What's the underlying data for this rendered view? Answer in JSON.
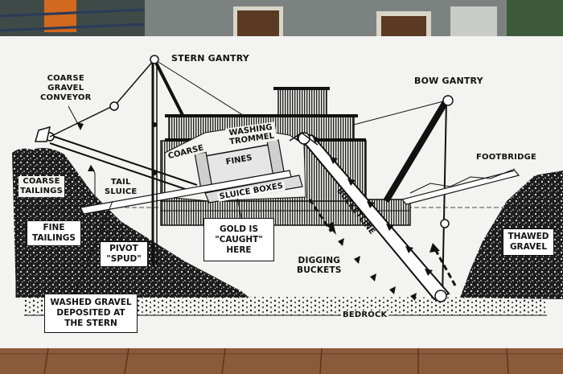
{
  "labels": {
    "stern_gantry": "STERN GANTRY",
    "coarse_gravel_conveyor": [
      "COARSE",
      "GRAVEL",
      "CONVEYOR"
    ],
    "bow_gantry": "BOW GANTRY",
    "washing_trommel": [
      "WASHING",
      "TROMMEL"
    ],
    "coarse": "COARSE",
    "fines": "FINES",
    "sluice_boxes": "SLUICE BOXES",
    "footbridge": "FOOTBRIDGE",
    "coarse_tailings": [
      "COARSE",
      "TAILINGS"
    ],
    "tail_sluice": [
      "TAIL",
      "SLUICE"
    ],
    "bucketline": "BUCKETLINE",
    "fine_tailings": [
      "FINE",
      "TAILINGS"
    ],
    "gold_is_caught_here": [
      "GOLD IS",
      "\"CAUGHT\"",
      "HERE"
    ],
    "thawed_gravel": [
      "THAWED",
      "GRAVEL"
    ],
    "pivot_spud": [
      "PIVOT",
      "\"SPUD\""
    ],
    "digging_buckets": [
      "DIGGING",
      "BUCKETS"
    ],
    "washed_gravel": [
      "WASHED GRAVEL",
      "DEPOSITED AT",
      "THE STERN"
    ],
    "bedrock": "BEDROCK"
  },
  "colors": {
    "board": "#f3f3f1",
    "ink": "#111111",
    "gravel": "#1c1c1c",
    "deck": "#8a5a3a",
    "building": "#6e7573"
  }
}
